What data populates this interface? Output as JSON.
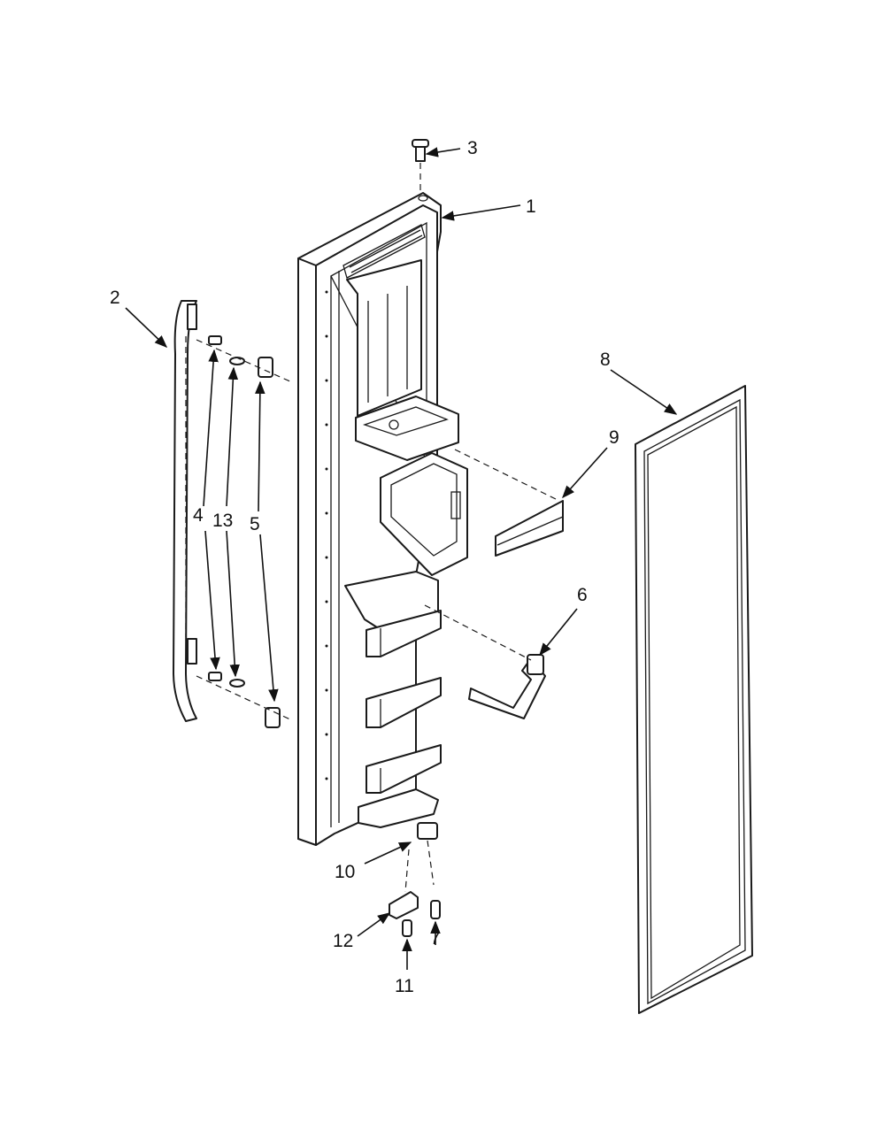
{
  "callouts": [
    "1",
    "2",
    "3",
    "4",
    "5",
    "6",
    "7",
    "8",
    "9",
    "10",
    "11",
    "12",
    "13"
  ],
  "colors": {
    "line": "#1a1a1a",
    "background": "#ffffff"
  }
}
